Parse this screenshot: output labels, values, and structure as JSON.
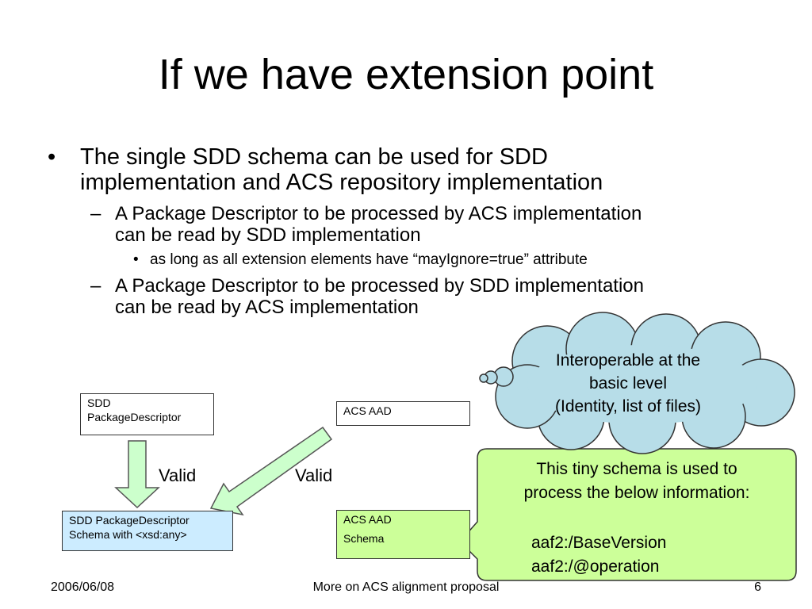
{
  "slide": {
    "title": "If we have extension point",
    "bullets": {
      "l1_line1": "The single SDD schema can be used for SDD",
      "l1_line2": "implementation and ACS repository implementation",
      "l2a_line1": "A Package Descriptor to be processed by ACS implementation",
      "l2a_line2": "can be read by SDD implementation",
      "l3": "as long as all extension elements have “mayIgnore=true” attribute",
      "l2b_line1": "A Package Descriptor to be processed by SDD implementation",
      "l2b_line2": "can be read by ACS implementation",
      "dot": "•",
      "dash": "–"
    }
  },
  "diagram": {
    "sdd_pd": {
      "line1": "SDD",
      "line2": "PackageDescriptor"
    },
    "acs_aad": "ACS AAD",
    "sdd_schema": {
      "line1": "SDD PackageDescriptor",
      "line2": "Schema with <xsd:any>"
    },
    "acs_schema": {
      "line1": "ACS AAD",
      "line2": "Schema"
    },
    "valid_left": "Valid",
    "valid_right": "Valid",
    "cloud": {
      "line1": "Interoperable at the",
      "line2": "basic level",
      "line3": "(Identity, list of files)"
    },
    "callout": {
      "line1": "This tiny schema is used to",
      "line2": "process the below information:",
      "line3": "aaf2:/BaseVersion",
      "line4": "aaf2:/@operation"
    }
  },
  "footer": {
    "date": "2006/06/08",
    "title": "More on ACS alignment proposal",
    "page": "6"
  },
  "colors": {
    "cloud_fill": "#b7dde8",
    "callout_fill": "#ccff99",
    "box_fill": "#ccecff",
    "green_fill": "#ccff99",
    "arrow_fill": "#ccffcc"
  }
}
